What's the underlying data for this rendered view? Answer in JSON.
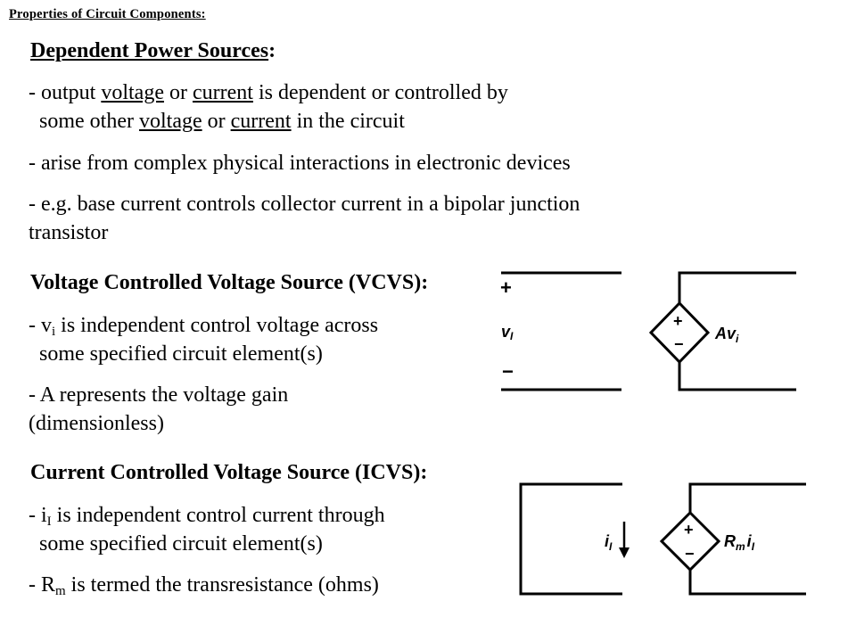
{
  "header": "Properties of Circuit Components:",
  "section1": {
    "title": "Dependent Power Sources",
    "title_suffix": ":",
    "b1": {
      "l1_a": "- output ",
      "l1_voltage": "voltage",
      "l1_b": " or ",
      "l1_current": "current",
      "l1_c": " is dependent or controlled by",
      "l2_a": "some other ",
      "l2_voltage": "voltage",
      "l2_b": " or ",
      "l2_current": "current",
      "l2_c": " in the circuit"
    },
    "b2": "- arise from complex physical interactions in electronic devices",
    "b3_l1": "- e.g. base current controls collector current in a bipolar junction",
    "b3_l2": "transistor"
  },
  "section2": {
    "title": "Voltage Controlled Voltage Source (VCVS):",
    "b1_a": "- v",
    "b1_sub": "i",
    "b1_b": " is independent control voltage across",
    "b1_l2": "some specified circuit element(s)",
    "b2_l1": "- A represents the voltage gain",
    "b2_l2": "(dimensionless)",
    "diagram": {
      "plus": "+",
      "minus": "−",
      "control_label": "v",
      "control_sub": "I",
      "src_plus": "+",
      "src_minus": "−",
      "src_label": "Av",
      "src_sub": "i"
    }
  },
  "section3": {
    "title": "Current Controlled Voltage Source (ICVS):",
    "b1_a": "- i",
    "b1_sub": "I",
    "b1_b": " is independent control current through",
    "b1_l2": "some specified circuit element(s)",
    "b2_a": "- R",
    "b2_sub": "m",
    "b2_b": " is termed the transresistance (ohms)",
    "diagram": {
      "control_label": "i",
      "control_sub": "I",
      "src_plus": "+",
      "src_minus": "−",
      "src_label": "R",
      "src_sub": "m",
      "src_label2": "i",
      "src_sub2": "I"
    }
  }
}
